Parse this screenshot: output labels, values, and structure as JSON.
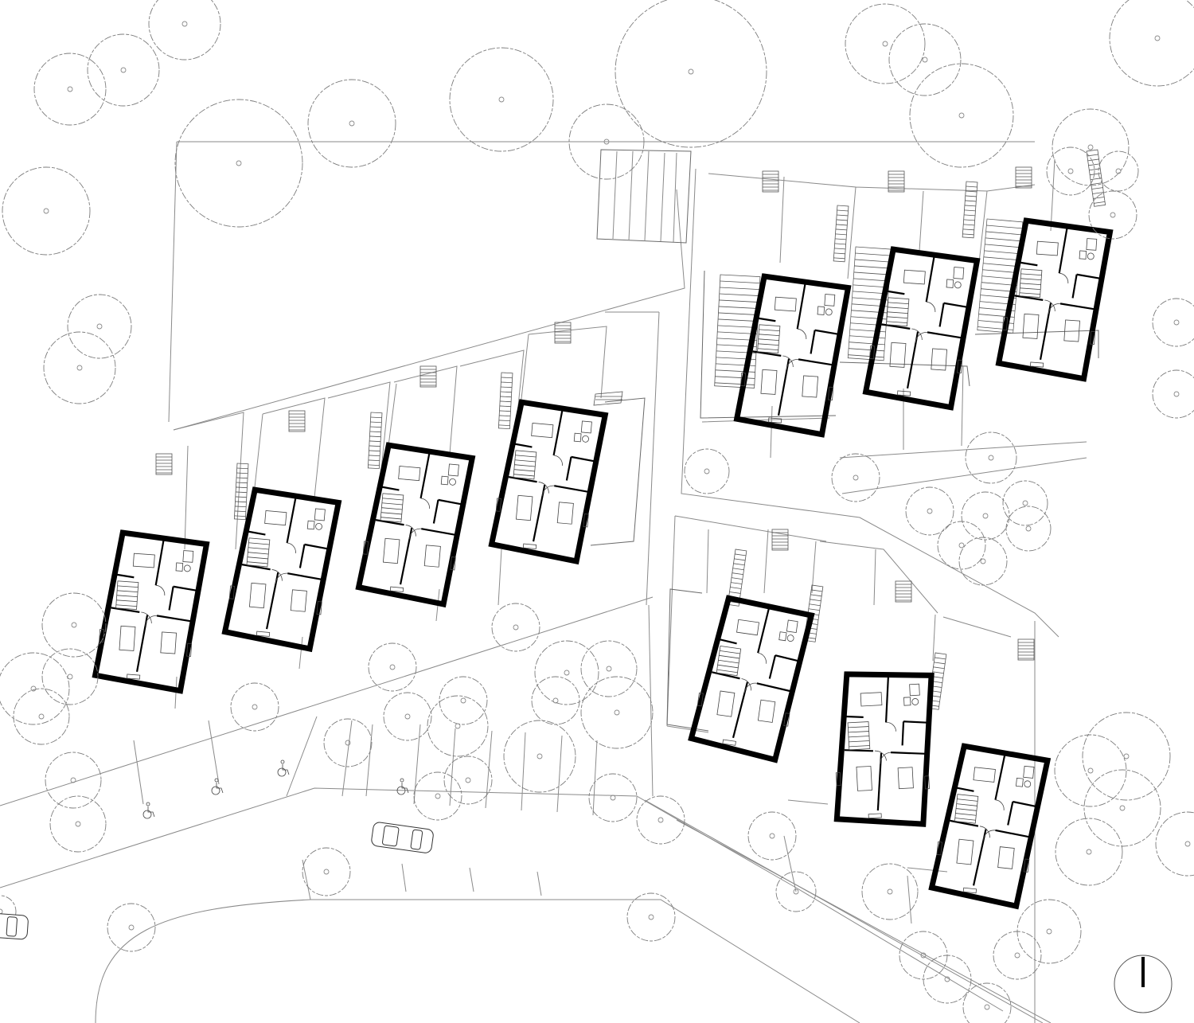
{
  "drawing": {
    "kind": "site plan",
    "labels": []
  },
  "houses": [
    {
      "id": "house-1",
      "wall_color": "#000000"
    },
    {
      "id": "house-2",
      "wall_color": "#000000"
    },
    {
      "id": "house-3",
      "wall_color": "#000000"
    },
    {
      "id": "house-4",
      "wall_color": "#000000"
    },
    {
      "id": "house-5",
      "wall_color": "#000000"
    },
    {
      "id": "house-6",
      "wall_color": "#000000"
    },
    {
      "id": "house-7",
      "wall_color": "#000000"
    },
    {
      "id": "house-8",
      "wall_color": "#000000"
    },
    {
      "id": "house-9",
      "wall_color": "#000000"
    },
    {
      "id": "house-10",
      "wall_color": "#000000"
    }
  ],
  "symbols": {
    "accessible_parking": "wheelchair-icon",
    "north_arrow": "north-arrow-icon",
    "vehicles": "car-icon",
    "trees": "tree-icon"
  },
  "colors": {
    "walls": "#000000",
    "linework": "#7c7c7c",
    "background": "#ffffff"
  }
}
